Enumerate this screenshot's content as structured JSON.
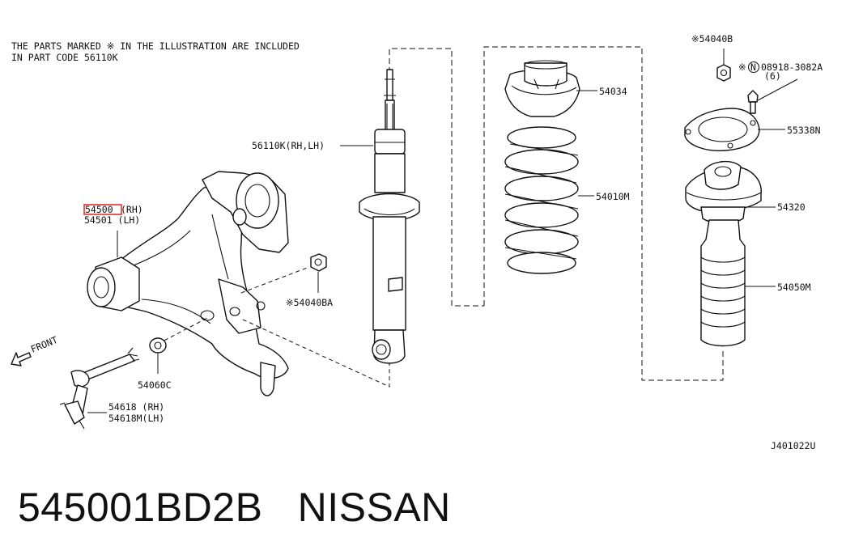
{
  "note": {
    "line1": "THE PARTS MARKED ※ IN THE ILLUSTRATION ARE INCLUDED",
    "line2": "IN PART CODE 56110K"
  },
  "callouts": {
    "lower_arm_rh": "54500",
    "lower_arm_rh_suffix": "(RH)",
    "lower_arm_lh": "54501 (LH)",
    "strut": "56110K(RH,LH)",
    "nut_a": "※54040BA",
    "washer": "54060C",
    "stabilizer_link_rh": "54618  (RH)",
    "stabilizer_link_lh": "54618M(LH)",
    "front": "FRONT",
    "spring_seat": "54034",
    "spring": "54010M",
    "nut_b": "※54040B",
    "bolt_n": "N",
    "bolt_prefix": "※",
    "bolt_code": "08918-3082A",
    "bolt_qty": "(6)",
    "plate": "55338N",
    "insulator": "54320",
    "bound_bumper": "54050M"
  },
  "diagram_code": "J401022U",
  "part_number_line": "545001BD2B   NISSAN",
  "colors": {
    "highlight_box": "#e0201c",
    "ink": "#111111"
  }
}
